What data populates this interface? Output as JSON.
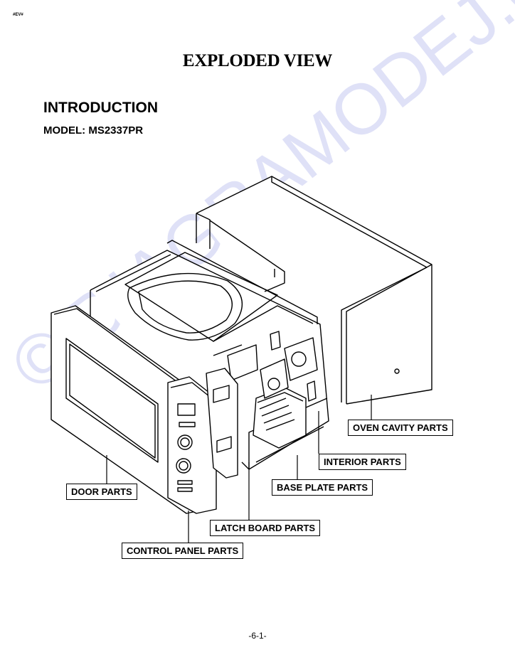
{
  "header": {
    "doc_code": "#EV#"
  },
  "page": {
    "title": "EXPLODED VIEW",
    "section": "INTRODUCTION",
    "model": "MODEL: MS2337PR",
    "page_number": "-6-1-"
  },
  "watermark": "© DIAGRAMODEJ.cz",
  "labels": {
    "oven_cavity": "OVEN CAVITY PARTS",
    "interior": "INTERIOR PARTS",
    "base_plate": "BASE PLATE PARTS",
    "door": "DOOR PARTS",
    "latch_board": "LATCH BOARD PARTS",
    "control_panel": "CONTROL PANEL PARTS"
  }
}
